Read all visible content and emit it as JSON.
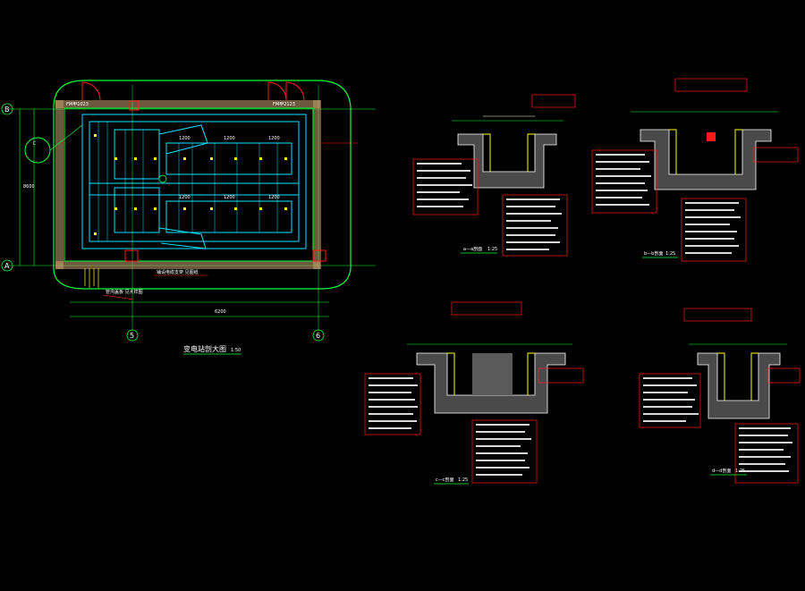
{
  "colors": {
    "background": "#000000",
    "green": "#00ff3c",
    "cyan": "#00e5ff",
    "yellow": "#ffff00",
    "red": "#ff1a1a",
    "white": "#ffffff",
    "orange": "#ffa020"
  },
  "plan": {
    "title": "变电站剖大图",
    "scale": "1:50",
    "axis_top": "B",
    "axis_bottom": "A",
    "axis_left_col": "5",
    "axis_right_col": "6",
    "door_label_left": "FM甲1023",
    "door_label_right": "FM甲2123",
    "circle_tag": "C"
  },
  "sections": [
    {
      "id": "section-1",
      "label": "a—a剖面",
      "scale": "1:25"
    },
    {
      "id": "section-2",
      "label": "b—b剖面",
      "scale": "1:25"
    },
    {
      "id": "section-3",
      "label": "c—c剖面",
      "scale": "1:25"
    },
    {
      "id": "section-4",
      "label": "d—d剖面",
      "scale": "1:25"
    }
  ]
}
